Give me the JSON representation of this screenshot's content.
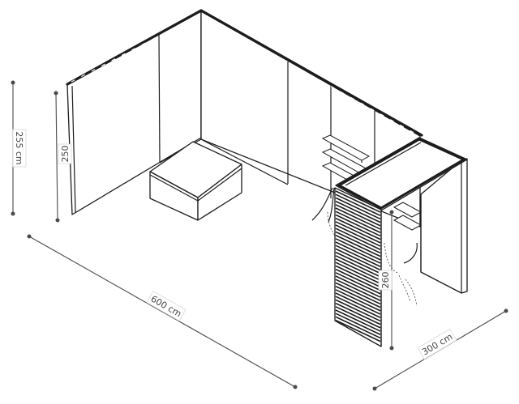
{
  "dimensions": {
    "length": "600 cm",
    "depth": "300 cm",
    "wall_height": "255 cm",
    "panel_height": "250",
    "tower_height": "260"
  },
  "colors": {
    "line": "#1c1c1c",
    "dimension": "#4a4a4a",
    "background": "#ffffff"
  }
}
